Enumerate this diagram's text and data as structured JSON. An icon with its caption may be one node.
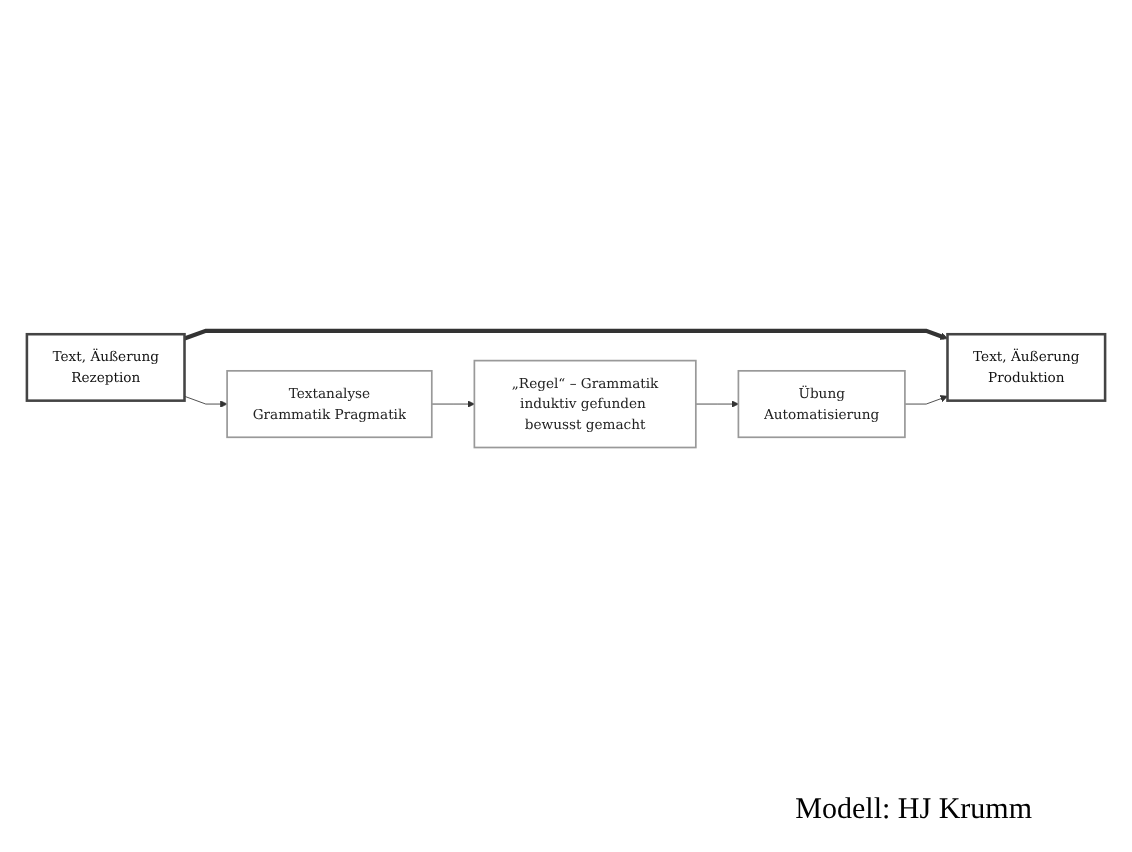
{
  "diagram": {
    "caption": "Modell: HJ Krumm",
    "nodes": [
      {
        "text": [
          "Text, Äußerung",
          "Rezeption"
        ]
      },
      {
        "text": [
          "Text, Äußerung",
          "Produktion"
        ]
      },
      {
        "text": [
          "Textanalyse",
          "Grammatik Pragmatik"
        ]
      },
      {
        "text": [
          "Übung",
          "Automatisierung"
        ]
      },
      {
        "text": [
          "„Regel“ – Grammatik",
          "induktiv gefunden bewusst gemacht"
        ]
      }
    ],
    "edges": [
      {
        "from": 0,
        "to": 1,
        "arrow": "to",
        "style": "thick"
      },
      {
        "from": 0,
        "to": 2,
        "arrow": "to"
      },
      {
        "from": 2,
        "to": 4,
        "arrow": "to"
      },
      {
        "from": 4,
        "to": 3,
        "arrow": "to"
      },
      {
        "from": 3,
        "to": 1,
        "arrow": "to"
      }
    ]
  }
}
